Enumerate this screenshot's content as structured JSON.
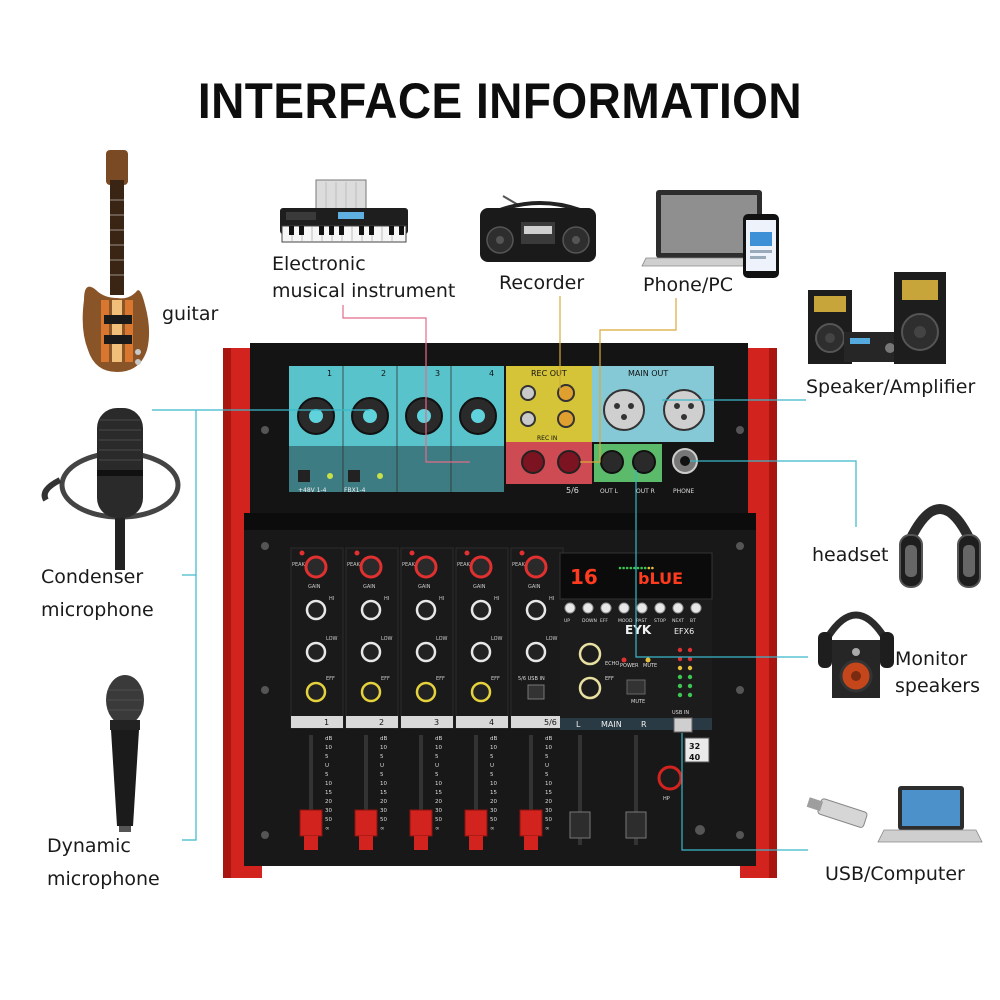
{
  "title": "INTERFACE INFORMATION",
  "labels": {
    "guitar": "guitar",
    "keyboard_line1": "Electronic",
    "keyboard_line2": "musical instrument",
    "recorder": "Recorder",
    "phone_pc": "Phone/PC",
    "speaker_amplifier": "Speaker/Amplifier",
    "condenser_line1": "Condenser",
    "condenser_line2": "microphone",
    "headset": "headset",
    "monitor_line1": "Monitor",
    "monitor_line2": "speakers",
    "dynamic_line1": "Dynamic",
    "dynamic_line2": "microphone",
    "usb_computer": "USB/Computer"
  },
  "mixer": {
    "brand": "EYK",
    "model": "EFX6",
    "input_channels": [
      "1",
      "2",
      "3",
      "4"
    ],
    "rec_out": "REC OUT",
    "rec_in": "REC IN",
    "main_out": "MAIN OUT",
    "ch56": "5/6",
    "phantom": "+48V 1-4",
    "fbx": "FBX1-4",
    "out_l": "OUT L",
    "out_r": "OUT R",
    "phone": "PHONE",
    "display_left": "16",
    "display_right": "bLUE",
    "effect_buttons": [
      "UP",
      "DOWN",
      "EFF",
      "MOOD",
      "PAST",
      "STOP",
      "NEXT",
      "BT"
    ],
    "strip_labels": [
      "1",
      "2",
      "3",
      "4",
      "5/6"
    ],
    "main_label_l": "L",
    "main_label": "MAIN",
    "main_label_r": "R",
    "knob_gain": "GAIN",
    "knob_hi": "HI",
    "knob_low": "LOW",
    "knob_eff": "EFF",
    "knob_echo": "ECHO",
    "peak": "PEAK",
    "power": "POWER",
    "mute": "MUTE",
    "usb_in": "USB IN",
    "hp": "HP",
    "ch56_usb": "5/6 USB IN",
    "bit_top": "32",
    "bit_bottom": "40",
    "fader_scale": [
      "dB",
      "10",
      "5",
      "U",
      "5",
      "10",
      "15",
      "20",
      "30",
      "50",
      "∞"
    ]
  },
  "colors": {
    "mixer_red": "#d3231f",
    "panel_black": "#141414",
    "input_highlight": "#5fd2dc",
    "rec_highlight": "#e6d23c",
    "main_highlight": "#8fd9e8",
    "recin_highlight": "#e0505a",
    "out_highlight": "#63c973",
    "connector_cyan": "#3ab7c9",
    "connector_gold": "#d9a93a",
    "connector_pink": "#e26b8a"
  }
}
